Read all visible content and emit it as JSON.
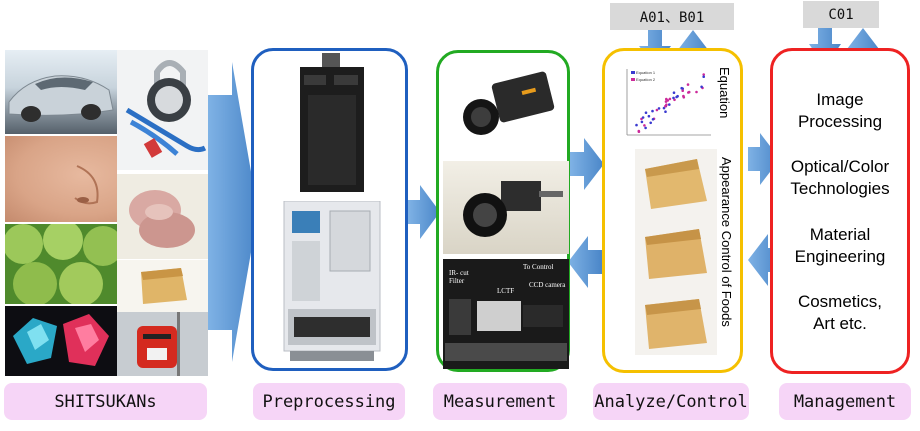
{
  "tags": {
    "analyze": "A01、B01",
    "management": "C01"
  },
  "stages": [
    {
      "id": "shitsukans",
      "label": "SHITSUKANs"
    },
    {
      "id": "preprocessing",
      "label": "Preprocessing"
    },
    {
      "id": "measurement",
      "label": "Measurement"
    },
    {
      "id": "analyze",
      "label": "Analyze/Control"
    },
    {
      "id": "management",
      "label": "Management"
    }
  ],
  "analyze_panel": {
    "equation_label": "Equation",
    "appearance_label": "Appearance Control of Foods",
    "legend": [
      "Equation 1",
      "Equation 2"
    ]
  },
  "measurement_panel": {
    "camera_labels": {
      "ir_filter": "IR- cut Filter",
      "lctf": "LCTF",
      "to_control": "To Control",
      "ccd": "CCD camera"
    }
  },
  "management_items": [
    "Image Processing",
    "Optical/Color Technologies",
    "Material Engineering",
    "Cosmetics, Art etc."
  ],
  "colors": {
    "preprocessing_border": "#1f5fbf",
    "measurement_border": "#22aa22",
    "analyze_border": "#f5c000",
    "management_border": "#ee2222",
    "arrow": "#5b9bd5",
    "label_bg": "#f6d5f7"
  }
}
